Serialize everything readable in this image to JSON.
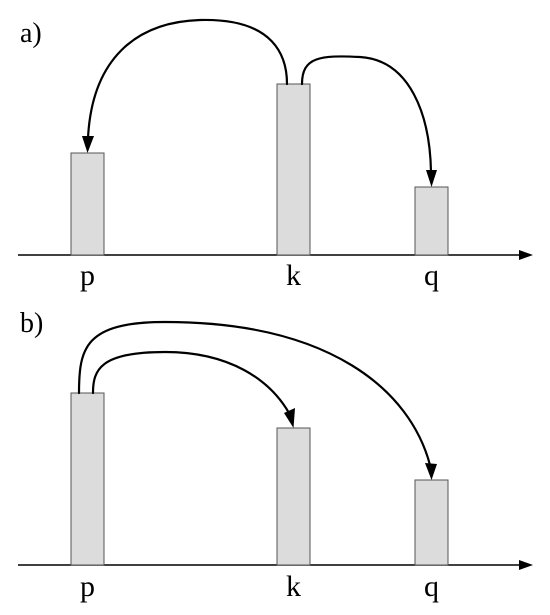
{
  "colors": {
    "bar_fill": "#dcdcdc",
    "bar_stroke": "#555555",
    "line": "#000000",
    "background": "#ffffff"
  },
  "panels": [
    {
      "id": "a",
      "label": "a)",
      "bars": [
        {
          "label": "p",
          "relative_height": 0.6
        },
        {
          "label": "k",
          "relative_height": 1.0
        },
        {
          "label": "q",
          "relative_height": 0.4
        }
      ],
      "arrows": [
        {
          "from": "k",
          "to": "p"
        },
        {
          "from": "k",
          "to": "q"
        }
      ]
    },
    {
      "id": "b",
      "label": "b)",
      "bars": [
        {
          "label": "p",
          "relative_height": 1.0
        },
        {
          "label": "k",
          "relative_height": 0.81
        },
        {
          "label": "q",
          "relative_height": 0.5
        }
      ],
      "arrows": [
        {
          "from": "p",
          "to": "k"
        },
        {
          "from": "p",
          "to": "q"
        }
      ]
    }
  ]
}
